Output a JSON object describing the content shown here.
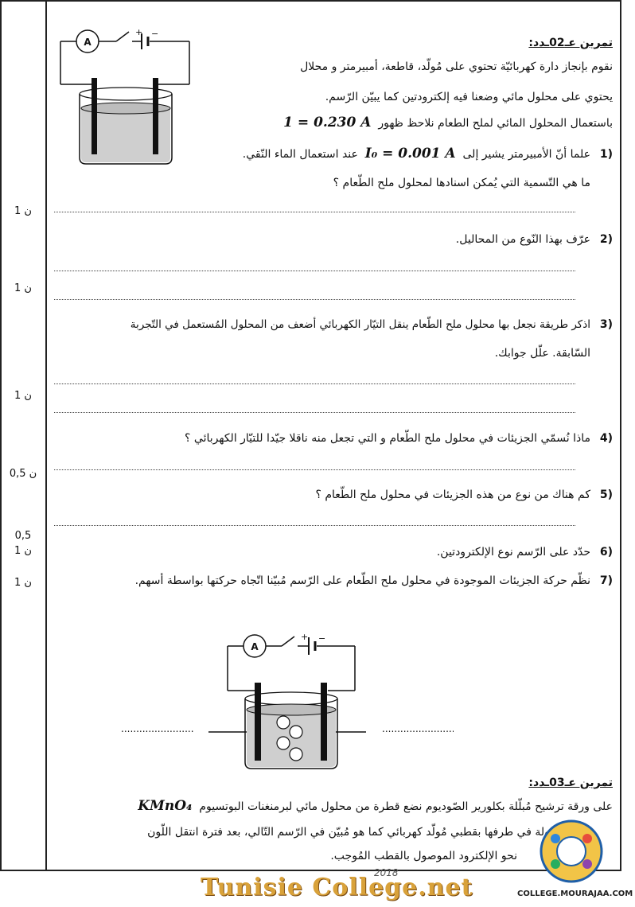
{
  "ex2": {
    "title": "تمرين عـ02ـدد:",
    "intro1": "نقوم بإنجاز دارة كهربائيّة تحتوي على مُولّد، قاطعة، أمبيرمتر و محلال",
    "intro2": "يحتوي على محلول مائي وضعنا فيه إلكترودتين كما يبيّن الرّسم.",
    "intro3": "باستعمال المحلول المائي لملح الطعام نلاحظ ظهور",
    "intro3_math": "1 = 0.230 A",
    "q1_num": "1)",
    "q1_a": "علما أنّ الأمبيرمتر يشير إلى",
    "q1_math": "I₀ = 0.001 A",
    "q1_b": "عند استعمال الماء النّقي.",
    "q1_c": "ما هي التّسمية التي يُمكن اسنادها لمحلول ملح الطّعام ؟",
    "q2_num": "2)",
    "q2": "عرّف بهذا النّوع من المحاليل.",
    "q3_num": "3)",
    "q3_a": "اذكر طريقة نجعل بها محلول ملح الطّعام ينقل التيّار الكهربائي أضعف من المحلول المُستعمل في التّجربة",
    "q3_b": "السّابقة. علّل جوابك.",
    "q4_num": "4)",
    "q4": "ماذا نُسمّي الجزيئات في محلول ملح الطّعام و التي تجعل منه ناقلا جيّدا للتيّار الكهربائي ؟",
    "q5_num": "5)",
    "q5": "كم هناك من نوع من هذه الجزيئات في محلول ملح الطّعام ؟",
    "q6_num": "6)",
    "q6": "حدّد على الرّسم نوع الإلكترودتين.",
    "q7_num": "7)",
    "q7": "نظّم حركة الجزيئات الموجودة في محلول ملح الطّعام على الرّسم مُبيّنا اتّجاه حركتها بواسطة أسهم."
  },
  "marks": {
    "m1": "1 ن",
    "m2": "1 ن",
    "m3": "1 ن",
    "m4": "0,5 ن",
    "m5": "0,5",
    "m6": "1 ن",
    "m7": "1 ن"
  },
  "diagram": {
    "ammeter_label": "A",
    "plus": "+",
    "minus": "−",
    "left_blank": "........................",
    "right_blank": "........................"
  },
  "ex3": {
    "title": "تمرين عـ03ـدد:",
    "line1_math": "KMnO₄",
    "line1": "على ورقة ترشيح مُبلّلة بكلورير الصّوديوم نضع قطرة من محلول مائي لبرمنغنات البوتسيوم",
    "line2": "موصولة في طرفها بقطبي مُولّد كهربائي كما هو مُبيّن في الرّسم التّالي، بعد فترة انتقل اللّون",
    "line3": "نحو الإلكترود الموصول بالقطب المُوجب."
  },
  "footer": {
    "logo": "Tunisie College.net",
    "year": "2018",
    "site": "COLLEGE.MOURAJAA.COM"
  }
}
